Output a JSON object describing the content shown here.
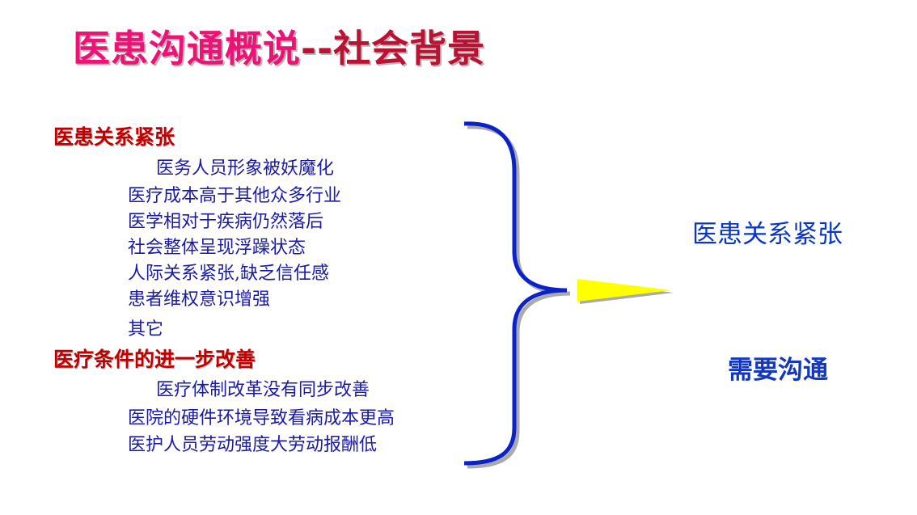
{
  "title": {
    "main": "医患沟通概说",
    "accent": "--社会背景"
  },
  "section1": {
    "heading": "医患关系紧张",
    "items": [
      "医务人员形象被妖魔化",
      "医疗成本高于其他众多行业",
      "医学相对于疾病仍然落后",
      "社会整体呈现浮躁状态",
      "人际关系紧张,缺乏信任感",
      "患者维权意识增强",
      "其它"
    ]
  },
  "section2": {
    "heading": "医疗条件的进一步改善",
    "items": [
      "医疗体制改革没有同步改善",
      "医院的硬件环境导致看病成本更高",
      "医护人员劳动强度大劳动报酬低"
    ]
  },
  "result": {
    "label1": "医患关系紧张",
    "label2": "需要沟通"
  },
  "colors": {
    "title": "#ee1177",
    "heading": "#c00000",
    "body": "#1a1aa8",
    "brace": "#0a22c8",
    "arrow": "#ffff00"
  }
}
